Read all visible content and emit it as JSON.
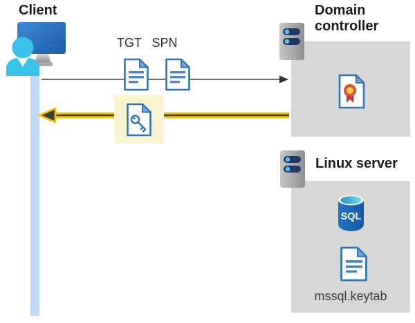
{
  "client": {
    "label": "Client"
  },
  "flow": {
    "tgt_label": "TGT",
    "spn_label": "SPN"
  },
  "domain_controller": {
    "label": "Domain controller"
  },
  "linux_server": {
    "label": "Linux server",
    "sql_text": "SQL",
    "keytab_label": "mssql.keytab"
  },
  "icons": {
    "client": "user-workstation-icon",
    "tgt": "document-icon",
    "spn": "document-icon",
    "returned_ticket": "key-document-icon",
    "domain_controller": "server-icon",
    "certificate": "certificate-icon",
    "linux_server": "server-icon",
    "database": "sql-database-icon",
    "keytab": "document-icon"
  },
  "colors": {
    "doc_blue": "#2e75b6",
    "doc_fold_blue": "#74a9dc",
    "doc_line_blue": "#4a86c8",
    "panel_gray": "#d7d7d7",
    "lifeline_blue": "#bfd9f7",
    "highlight_yellow": "#faf3d0",
    "arrow_yellow": "#f3c300",
    "arrow_dark": "#44433b",
    "request_arrow_gray": "#58595b",
    "server_body_gray": "#a9a9a9",
    "server_slot_navy": "#1f3864",
    "server_dot_cyan": "#53c3eb",
    "monitor_blue": "#2f7cc9",
    "person_cyan": "#38c2e8",
    "sql_body_blue": "#1a66b8",
    "sql_top_cyan": "#2aa8cf",
    "cert_ring_red": "#e2463c",
    "cert_center_yellow": "#ffd23e",
    "cert_ribbon_red": "#c03a31"
  }
}
